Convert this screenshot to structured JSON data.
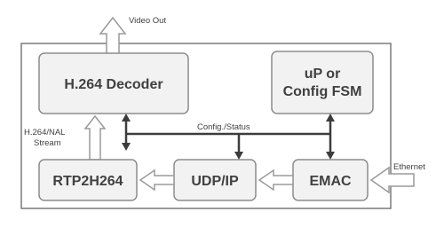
{
  "diagram": {
    "blocks": {
      "decoder": "H.264 Decoder",
      "cpu_line1": "uP or",
      "cpu_line2": "Config FSM",
      "rtp": "RTP2H264",
      "udp": "UDP/IP",
      "emac": "EMAC"
    },
    "labels": {
      "video_out": "Video Out",
      "stream_line1": "H.264/NAL",
      "stream_line2": "Stream",
      "config_status": "Config./Status",
      "ethernet": "Ethernet"
    },
    "colors": {
      "block_fill": "#f2f2f2",
      "block_border": "#8c8c8c",
      "bus": "#3c3c3c",
      "arrow_outline": "#9a9a9a"
    }
  }
}
